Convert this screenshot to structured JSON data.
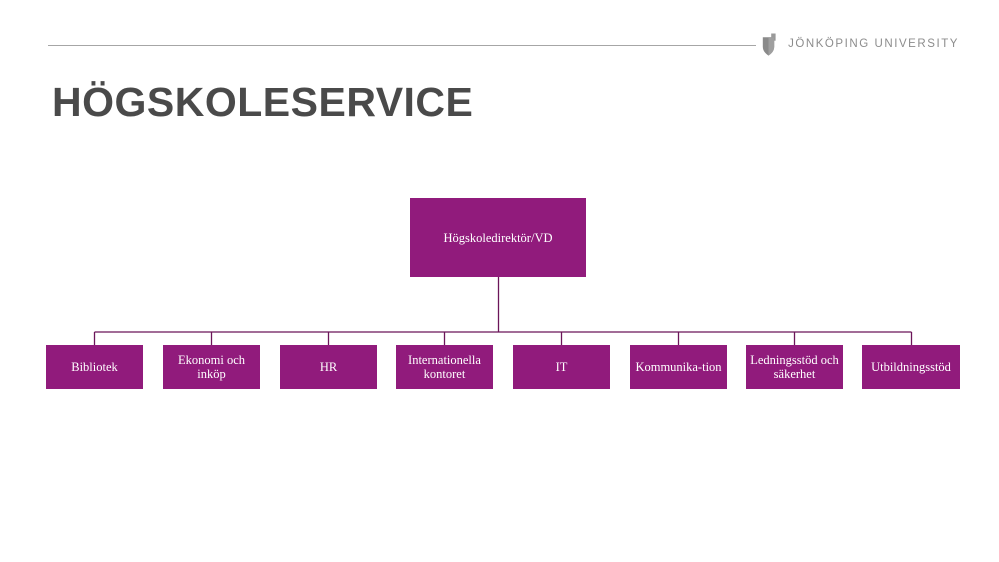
{
  "header": {
    "brand_name": "JÖNKÖPING UNIVERSITY",
    "logo_icon": "shield-icon",
    "rule_color": "#a6a6a6"
  },
  "title": "HÖGSKOLESERVICE",
  "theme": {
    "box_fill": "#911B7C",
    "box_text": "#ffffff",
    "title_color": "#4a4a4a",
    "brand_text_color": "#8c8c8c",
    "connector_color": "#6b1559"
  },
  "chart_data": {
    "type": "diagram",
    "title": "HÖGSKOLESERVICE",
    "root": {
      "label": "Högskoledirektör/VD"
    },
    "children": [
      {
        "label": "Bibliotek"
      },
      {
        "label": "Ekonomi och inköp"
      },
      {
        "label": "HR"
      },
      {
        "label": "Internationella kontoret"
      },
      {
        "label": "IT"
      },
      {
        "label": "Kommunika-tion"
      },
      {
        "label": "Ledningsstöd och säkerhet"
      },
      {
        "label": "Utbildningsstöd"
      }
    ]
  }
}
